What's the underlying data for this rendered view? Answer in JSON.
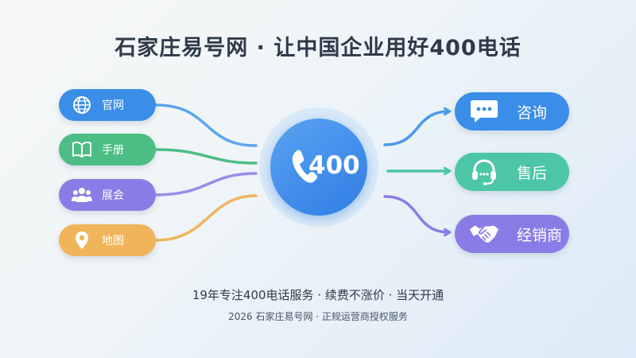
{
  "title": "石家庄易号网 · 让中国企业用好400电话",
  "hub": {
    "number": "400",
    "icon": "phone-icon"
  },
  "left_items": [
    {
      "label": "官网",
      "icon": "globe-icon",
      "color": "#3b8ee8"
    },
    {
      "label": "手册",
      "icon": "book-icon",
      "color": "#4cbd84"
    },
    {
      "label": "展会",
      "icon": "people-icon",
      "color": "#8a7ce6"
    },
    {
      "label": "地图",
      "icon": "map-pin-icon",
      "color": "#f0b45a"
    }
  ],
  "right_items": [
    {
      "label": "咨询",
      "icon": "chat-icon",
      "color": "#3b8ee8"
    },
    {
      "label": "售后",
      "icon": "headset-icon",
      "color": "#4cc6a6"
    },
    {
      "label": "经销商",
      "icon": "handshake-icon",
      "color": "#8a7ce6"
    }
  ],
  "footer": {
    "line1": "19年专注400电话服务 · 续费不涨价 · 当天开通",
    "line2": "2026 石家庄易号网 · 正规运营商授权服务"
  }
}
